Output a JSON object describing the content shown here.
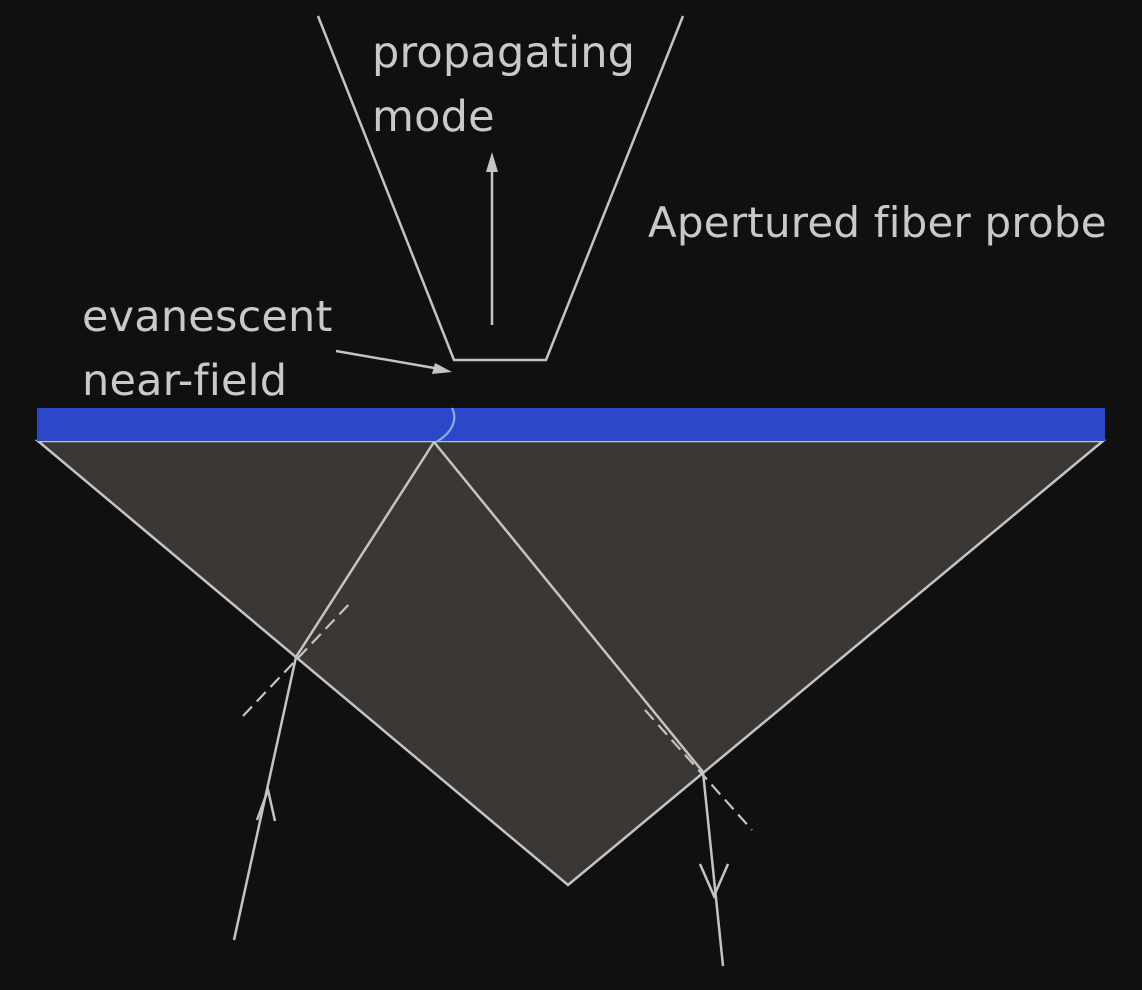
{
  "labels": {
    "propagating_line1": "propagating",
    "propagating_line2": "mode",
    "probe": "Apertured fiber probe",
    "evanescent_line1": "evanescent",
    "evanescent_line2": "near-field"
  },
  "colors": {
    "background": "#101010",
    "prism_fill": "#3a3734",
    "line": "#c4c4c4",
    "sample_layer": "#2c47c8",
    "near_field": "#7fb0e6",
    "text": "#c9c9c9"
  }
}
